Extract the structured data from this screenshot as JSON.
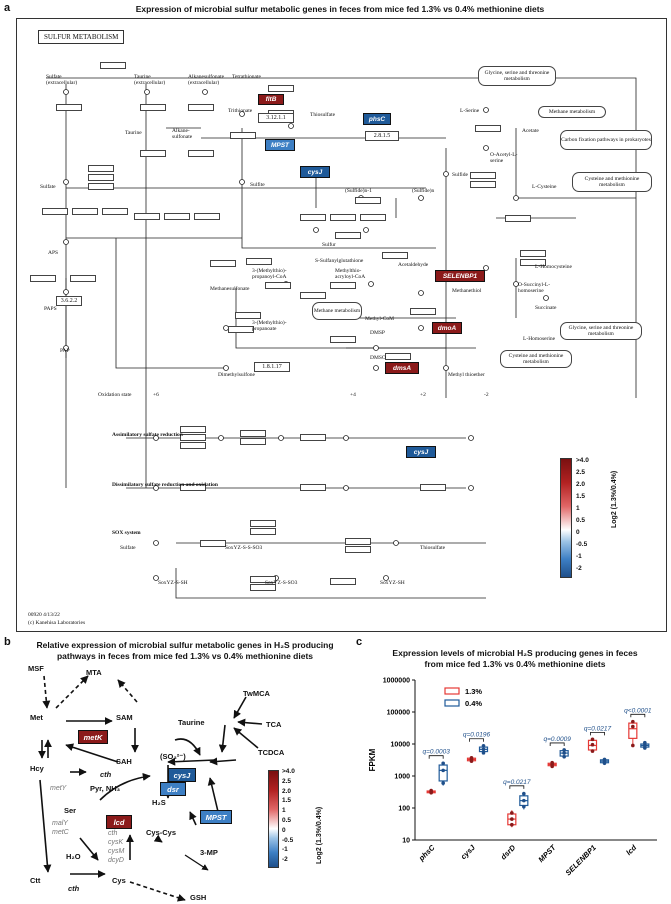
{
  "panel_a": {
    "letter": "a",
    "title": "Expression of microbial sulfur metabolic genes in feces from mice fed 1.3% vs 0.4% methionine diets",
    "map_name": "SULFUR METABOLISM",
    "footer1": "00920 4/13/22",
    "footer2": "(c) Kanehisa Laboratories",
    "highlighted_genes": [
      "fltB",
      "phsC",
      "MPST",
      "cysJ",
      "SELENBP1",
      "dmoA",
      "dmsA",
      "cysJ"
    ],
    "ec_numbers": [
      "3.12.1.1",
      "2.8.1.5",
      "3.6.2.2",
      "1.8.1.17"
    ],
    "compounds": [
      "Sulfate (extracellular)",
      "Taurine (extracellular)",
      "Alkanesulfonate (extracellular)",
      "Tetrathionate",
      "Trithionate",
      "Thiosulfate",
      "Taurine",
      "Alkane-sulfonate",
      "Sulfite",
      "Sulfide",
      "Sulfate",
      "APS",
      "PAPS",
      "PAP",
      "(Sulfide)n-1",
      "(Sulfide)n",
      "Sulfur",
      "S-Sulfanylglutathione",
      "3-(Methylthio)-propanoyl-CoA",
      "Methylthio-acryloyl-CoA",
      "Acetaldehyde",
      "Methanesulfonate",
      "3-(Methylthio)-propanoate",
      "DMSP",
      "DMSO",
      "Dimethylsulfone",
      "Methyl thioether",
      "Methyl-CoM",
      "Methanethiol",
      "L-Serine",
      "O-Acetyl-L-serine",
      "Acetate",
      "L-Cysteine",
      "L-Homocysteine",
      "O-Succinyl-L-homoserine",
      "Succinate",
      "L-Homoserine"
    ],
    "pathway_boxes": [
      "Glycine, serine and threonine metabolism",
      "Methane metabolism",
      "Carbon fixation pathways in prokaryotes",
      "Cysteine and methionine metabolism",
      "Methane metabolism",
      "Glycine, serine and threonine metabolism",
      "Cysteine and methionine metabolism"
    ],
    "oxidation_state_label": "Oxidation state",
    "oxidation_states": [
      "+6",
      "+4",
      "+2",
      "-2"
    ],
    "sub1": "Assimilatory sulfate reduction",
    "sub2": "Dissimilatory sulfate reduction and oxidation",
    "sub3": "SOX system",
    "sox_compounds": [
      "Sulfate",
      "SoxYZ-S-S-SO3",
      "Thiosulfate",
      "SoxYZ-S-SH",
      "SoxYZ-S-SO3",
      "SoxYZ-SH"
    ],
    "legend_values": [
      ">4.0",
      "2.5",
      "2.0",
      "1.5",
      "1",
      "0.5",
      "0",
      "-0.5",
      "-1",
      "-2"
    ],
    "legend_title": "Log2 (1.3%/0.4%)"
  },
  "panel_b": {
    "letter": "b",
    "title_line1": "Relative expression of microbial sulfur metabolic genes in H₂S producing",
    "title_line2": "pathways in feces from mice fed 1.3% vs 0.4% methionine diets",
    "metabolites": {
      "msf": "MSF",
      "mta": "MTA",
      "met": "Met",
      "sam": "SAM",
      "sah": "SAH",
      "hcy": "Hcy",
      "ser": "Ser",
      "h2o": "H₂O",
      "ctt": "Ctt",
      "cys": "Cys",
      "gsh": "GSH",
      "cyscys": "Cys-Cys",
      "mp3": "3-MP",
      "h2s": "H₂S",
      "pyr": "Pyr, NH₃",
      "taurine": "Taurine",
      "so3": "(SO₃²⁻)",
      "twmca": "TwMCA",
      "tca": "TCA",
      "tcdca": "TCDCA"
    },
    "genes": {
      "metK": "metK",
      "cysJ": "cysJ",
      "dsr": "dsr",
      "lcd": "lcd",
      "mpst": "MPST"
    },
    "cth1": "cth",
    "cth2": "cth",
    "grey_left": [
      "metY"
    ],
    "grey_mal": [
      "malY",
      "metC"
    ],
    "grey_list": [
      "cth",
      "cysK",
      "cysM",
      "dcyD"
    ],
    "legend_values": [
      ">4.0",
      "2.5",
      "2.0",
      "1.5",
      "1",
      "0.5",
      "0",
      "-0.5",
      "-1",
      "-2"
    ],
    "legend_title": "Log2 (1.3%/0.4%)"
  },
  "panel_c": {
    "letter": "c",
    "title_line1": "Expression levels of microbial H₂S producing genes in feces",
    "title_line2": "from mice fed 1.3% vs 0.4% methionine diets",
    "y_label": "FPKM",
    "legend": [
      "1.3%",
      "0.4%"
    ]
  },
  "colors": {
    "red": "#e53935",
    "blue": "#1f5a99",
    "darkred": "#7a1010"
  },
  "chart_data": {
    "type": "box",
    "title": "Expression levels of microbial H₂S producing genes in feces from mice fed 1.3% vs 0.4% methionine diets",
    "ylabel": "FPKM",
    "yscale": "log",
    "ylim": [
      10,
      1000000
    ],
    "yticks": [
      "10",
      "100",
      "1000",
      "10000",
      "100000",
      "1000000"
    ],
    "categories": [
      "phsC",
      "cysJ",
      "dsrD",
      "MPST",
      "SELENBP1",
      "lcd"
    ],
    "significance": [
      "q=0.0003",
      "q=0.0196",
      "q=0.0217",
      "q=0.0009",
      "q=0.0217",
      "q<0.0001"
    ],
    "series": [
      {
        "name": "1.3%",
        "color": "#e53935",
        "boxes": [
          [
            280,
            300,
            320,
            340,
            380
          ],
          [
            2800,
            3000,
            3300,
            3600,
            3900
          ],
          [
            25,
            30,
            45,
            65,
            85
          ],
          [
            1900,
            2100,
            2300,
            2500,
            2700
          ],
          [
            5500,
            6500,
            9000,
            13000,
            15000
          ],
          [
            8000,
            15000,
            30000,
            45000,
            55000
          ]
        ],
        "points": [
          [
            300,
            320,
            350
          ],
          [
            2900,
            3300,
            3700
          ],
          [
            30,
            45,
            70
          ],
          [
            2000,
            2300,
            2600
          ],
          [
            6000,
            9500,
            14000
          ],
          [
            9000,
            35000,
            50000
          ]
        ]
      },
      {
        "name": "0.4%",
        "color": "#1f5a99",
        "boxes": [
          [
            500,
            700,
            1500,
            2200,
            2800
          ],
          [
            5000,
            5800,
            6800,
            8000,
            9500
          ],
          [
            90,
            120,
            170,
            240,
            320
          ],
          [
            3800,
            4200,
            5200,
            6200,
            7000
          ],
          [
            2400,
            2600,
            2900,
            3200,
            3400
          ],
          [
            7000,
            8000,
            9000,
            10000,
            11500
          ]
        ],
        "points": [
          [
            600,
            1500,
            2500
          ],
          [
            5300,
            6800,
            8800
          ],
          [
            110,
            170,
            280
          ],
          [
            4000,
            5200,
            6500
          ],
          [
            2500,
            2900,
            3300
          ],
          [
            7500,
            9000,
            11000
          ]
        ]
      }
    ]
  }
}
